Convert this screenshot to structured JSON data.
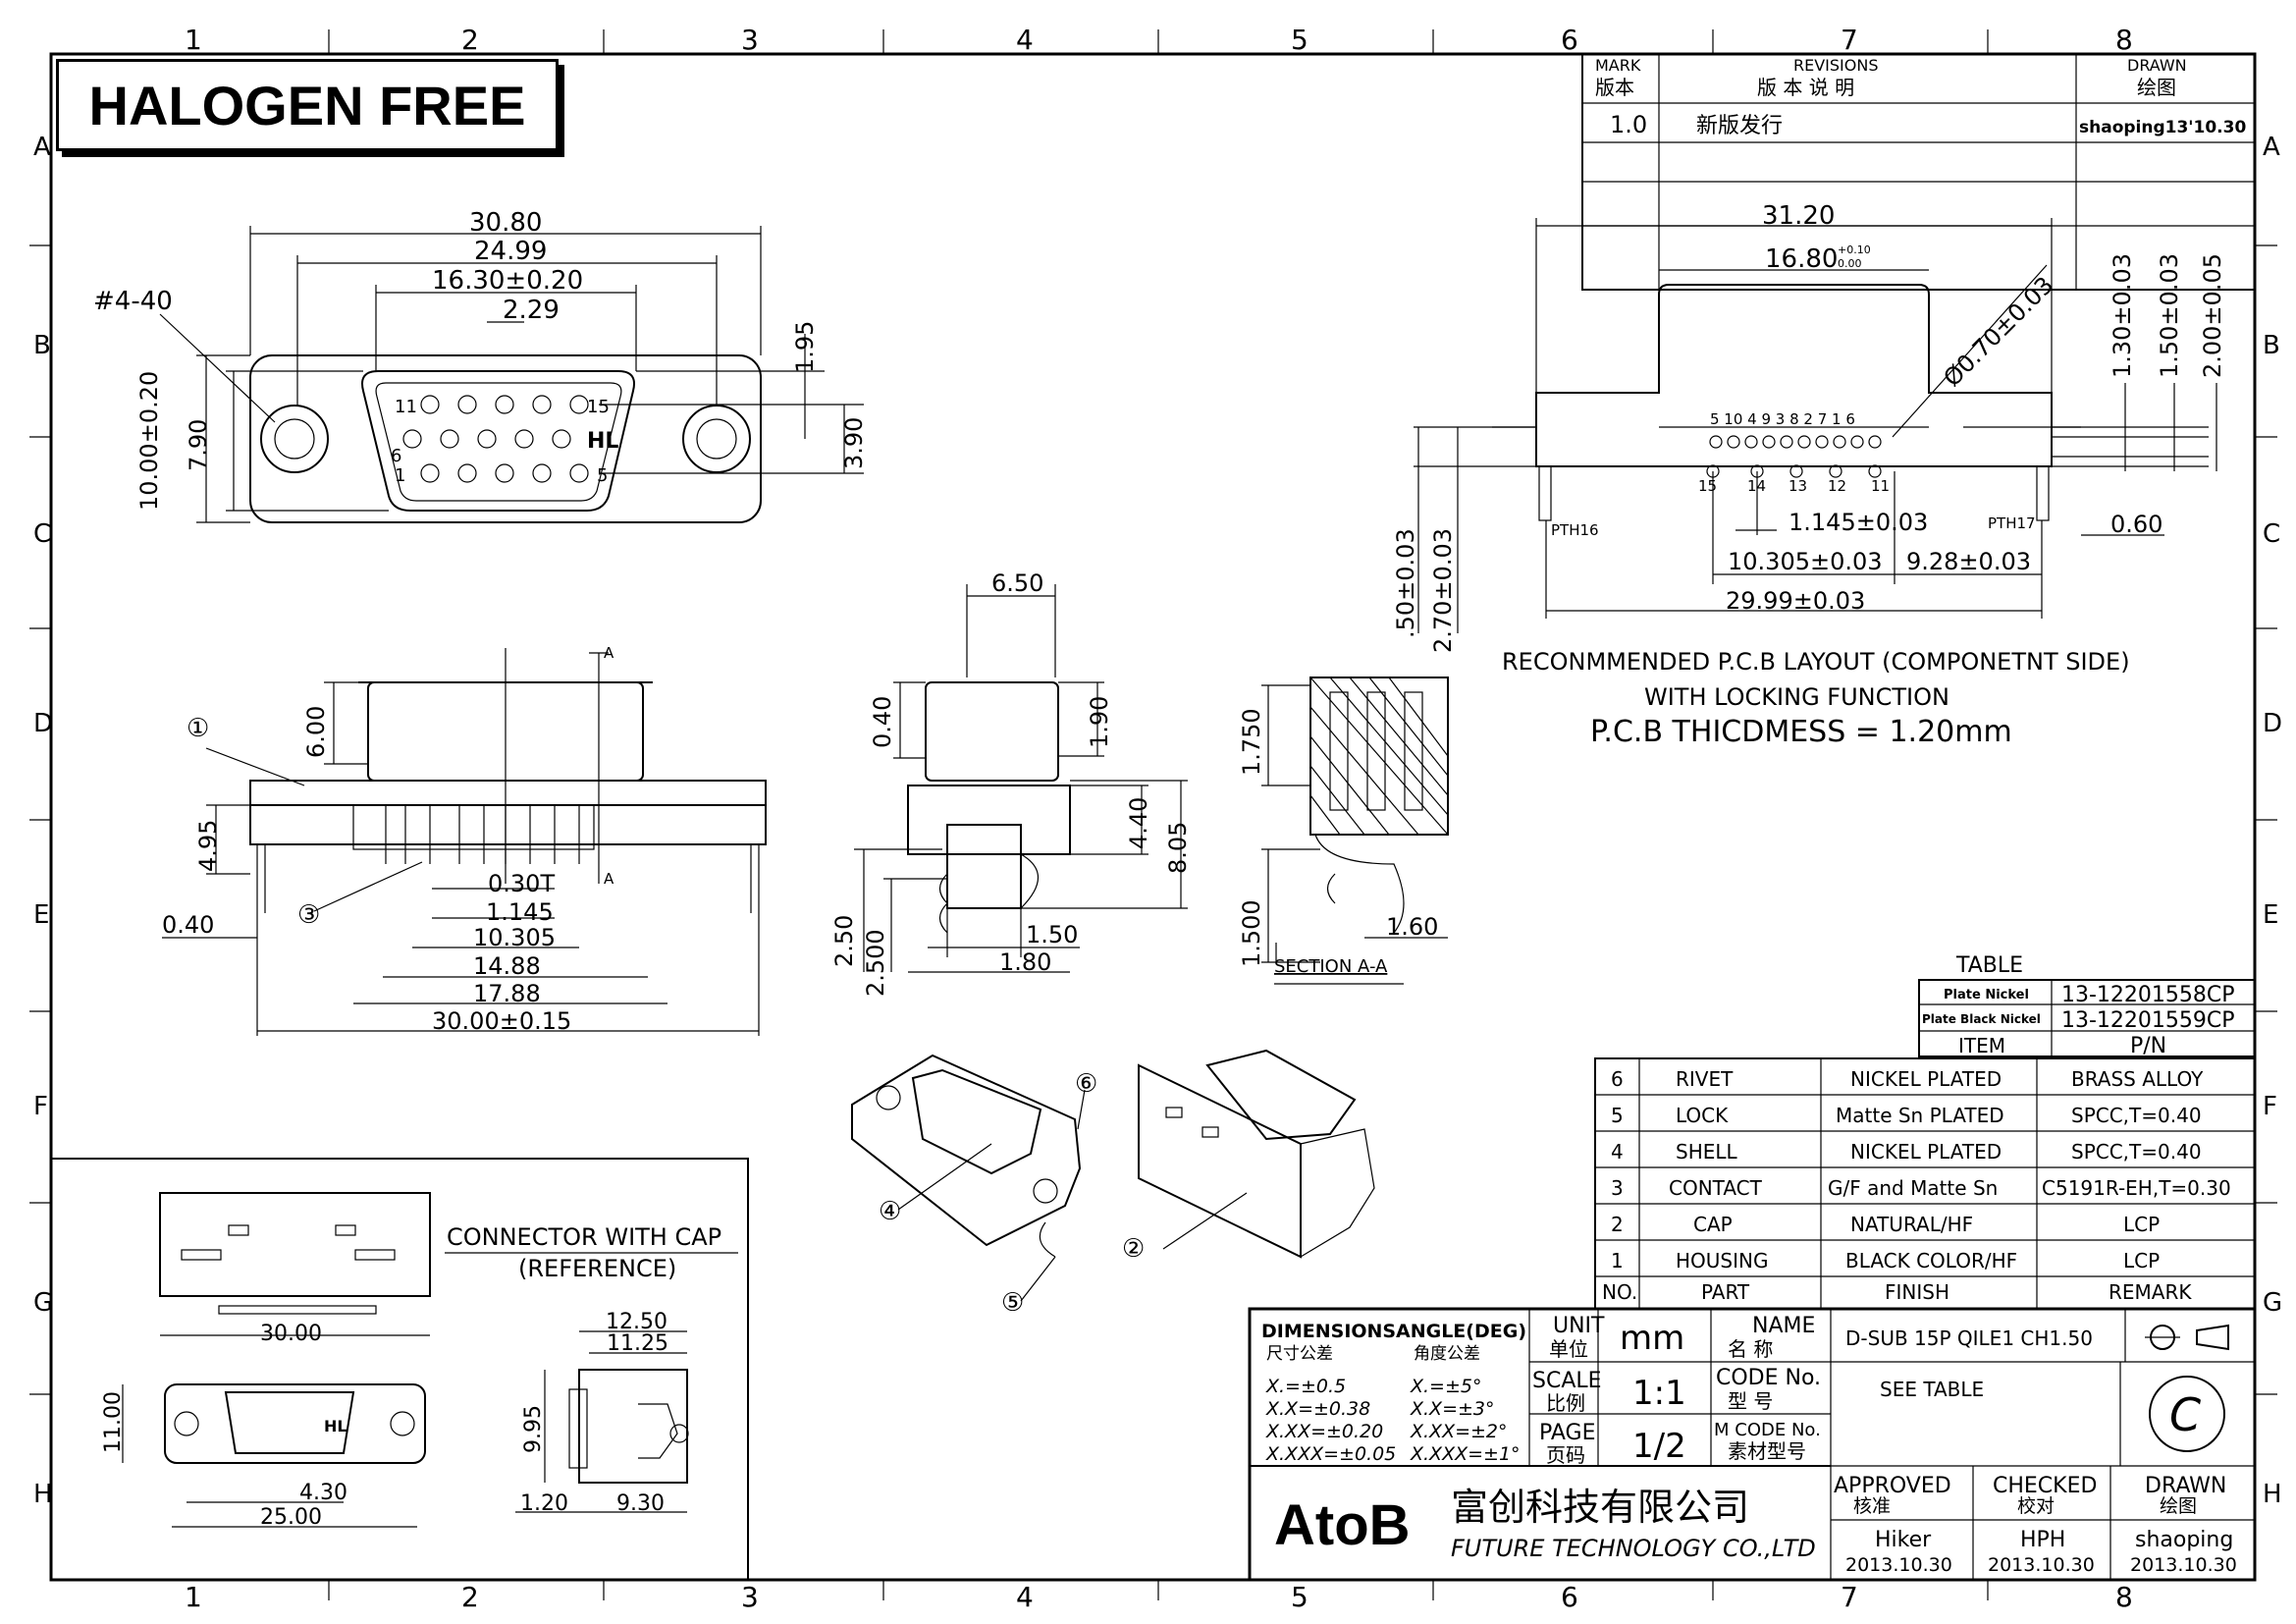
{
  "title_box": "HALOGEN FREE",
  "grid": {
    "columns": [
      "1",
      "2",
      "3",
      "4",
      "5",
      "6",
      "7",
      "8"
    ],
    "rows": [
      "A",
      "B",
      "C",
      "D",
      "E",
      "F",
      "G",
      "H"
    ]
  },
  "revisions": {
    "mark_label": "MARK",
    "mark_label_cn": "版本",
    "revisions_label": "REVISIONS",
    "revisions_label_cn": "版 本 说 明",
    "drawn_label": "DRAWN",
    "drawn_label_cn": "绘图",
    "mark": "1.0",
    "description": "新版发行",
    "drawn": "shaoping13'10.30"
  },
  "front_view": {
    "screw": "#4-40",
    "dims": [
      "30.80",
      "24.99",
      "16.30±0.20",
      "2.29",
      "1.95",
      "10.00±0.20",
      "7.90",
      "3.90"
    ],
    "pins_top": [
      "11",
      "15"
    ],
    "pins_mid": [
      "6"
    ],
    "pins_bottom": [
      "1",
      "5"
    ],
    "marking": "HL"
  },
  "side_view": {
    "dims": [
      "6.00",
      "4.95",
      "0.40",
      "0.30T",
      "1.145",
      "10.305",
      "14.88",
      "17.88",
      "30.00±0.15"
    ],
    "callouts": [
      "①",
      "③"
    ],
    "section_mark": "A"
  },
  "end_view": {
    "dims": [
      "6.50",
      "0.40",
      "1.90",
      "4.40",
      "8.05",
      "2.50",
      "2.500",
      "1.50",
      "1.80"
    ]
  },
  "section_view": {
    "dims": [
      "1.750",
      "1.500",
      "1.60"
    ],
    "label": "SECTION A-A"
  },
  "pcb_layout": {
    "dims": [
      "31.20",
      "16.80",
      "+0.10",
      "0.00",
      "Ø0.70±0.03",
      "1.30±0.03",
      "1.50±0.03",
      "2.00±0.05",
      ".50±0.03",
      "2.70±0.03",
      "1.145±0.03",
      "10.305±0.03",
      "9.28±0.03",
      "29.99±0.03",
      "0.60"
    ],
    "top_pins": "5 10 4 9 3 8 2 7 1 6",
    "bottom_pins": [
      "15",
      "14",
      "13",
      "12",
      "11"
    ],
    "pth_left": "PTH16",
    "pth_right": "PTH17",
    "caption_1": "RECONMMENDED P.C.B  LAYOUT (COMPONETNT SIDE)",
    "caption_2": "WITH LOCKING FUNCTION",
    "caption_3": "P.C.B THICDMESS = 1.20mm"
  },
  "iso_callouts": [
    "②",
    "④",
    "⑤",
    "⑥"
  ],
  "cap_view": {
    "label_1": "CONNECTOR WITH CAP",
    "label_2": "(REFERENCE)",
    "dims": [
      "30.00",
      "11.00",
      "4.30",
      "25.00",
      "12.50",
      "11.25",
      "9.95",
      "1.20",
      "9.30"
    ],
    "marking": "HL"
  },
  "pn_table": {
    "title": "TABLE",
    "rows": [
      {
        "label": "Plate Nickel",
        "value": "13-12201558CP"
      },
      {
        "label": "Plate Black Nickel",
        "value": "13-12201559CP"
      }
    ],
    "item_label": "ITEM",
    "pn_label": "P/N"
  },
  "bom": {
    "headers": [
      "NO.",
      "PART",
      "FINISH",
      "REMARK"
    ],
    "rows": [
      [
        "6",
        "RIVET",
        "NICKEL PLATED",
        "BRASS ALLOY"
      ],
      [
        "5",
        "LOCK",
        "Matte Sn PLATED",
        "SPCC,T=0.40"
      ],
      [
        "4",
        "SHELL",
        "NICKEL PLATED",
        "SPCC,T=0.40"
      ],
      [
        "3",
        "CONTACT",
        "G/F and Matte Sn",
        "C5191R-EH,T=0.30"
      ],
      [
        "2",
        "CAP",
        "NATURAL/HF",
        "LCP"
      ],
      [
        "1",
        "HOUSING",
        "BLACK COLOR/HF",
        "LCP"
      ]
    ]
  },
  "title_block": {
    "dimensions_label": "DIMENSIONS",
    "dimensions_cn": "尺寸公差",
    "angle_label": "ANGLE(DEG)",
    "angle_cn": "角度公差",
    "tolerances": [
      "X.=±0.5",
      "X.X=±0.38",
      "X.XX=±0.20",
      "X.XXX=±0.05"
    ],
    "angle_tolerances": [
      "X.=±5°",
      "X.X=±3°",
      "X.XX=±2°",
      "X.XXX=±1°"
    ],
    "unit_label": "UNIT",
    "unit_cn": "单位",
    "unit": "mm",
    "scale_label": "SCALE",
    "scale_cn": "比例",
    "scale": "1:1",
    "page_label": "PAGE",
    "page_cn": "页码",
    "page": "1/2",
    "name_label": "NAME",
    "name_cn": "名 称",
    "name": "D-SUB 15P QILE1 CH1.50",
    "code_label": "CODE No.",
    "code_cn": "型 号",
    "code": "SEE TABLE",
    "mcode_label": "M CODE No.",
    "mcode_cn": "素材型号",
    "copyright": "C",
    "logo": "AtoB",
    "company_cn": "富创科技有限公司",
    "company_en": "FUTURE TECHNOLOGY CO.,LTD",
    "approved_label": "APPROVED",
    "approved_cn": "核准",
    "checked_label": "CHECKED",
    "checked_cn": "校对",
    "drawn_label": "DRAWN",
    "drawn_cn": "绘图",
    "approved_by": "Hiker",
    "checked_by": "HPH",
    "drawn_by": "shaoping",
    "approved_date": "2013.10.30",
    "checked_date": "2013.10.30",
    "drawn_date": "2013.10.30"
  }
}
